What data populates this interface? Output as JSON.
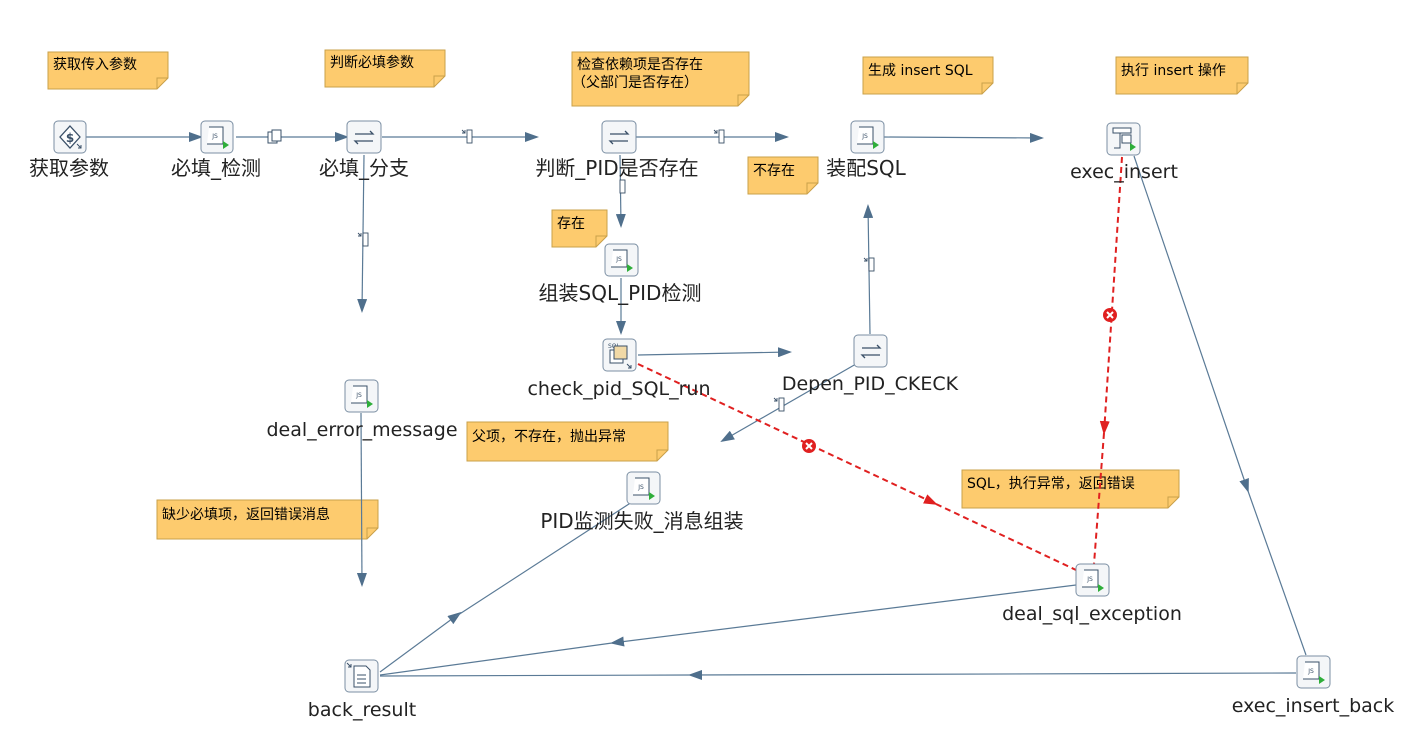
{
  "steps": {
    "get_params": {
      "label": "获取参数",
      "icon": "dollar-input-icon"
    },
    "required_check": {
      "label": "必填_检测",
      "icon": "javascript-script-icon"
    },
    "required_branch": {
      "label": "必填_分支",
      "icon": "switch-case-icon"
    },
    "pid_exists": {
      "label": "判断_PID是否存在",
      "icon": "switch-case-icon"
    },
    "assemble_sql": {
      "label": "装配SQL",
      "icon": "javascript-script-icon"
    },
    "exec_insert": {
      "label": "exec_insert",
      "icon": "sql-table-output-icon"
    },
    "assemble_pid_sql": {
      "label": "组装SQL_PID检测",
      "icon": "javascript-script-icon"
    },
    "check_pid_sql": {
      "label": "check_pid_SQL_run",
      "icon": "sql-script-icon"
    },
    "depen_pid_check": {
      "label": "Depen_PID_CKECK",
      "icon": "switch-case-icon"
    },
    "deal_error": {
      "label": "deal_error_message",
      "icon": "javascript-script-icon"
    },
    "pid_fail": {
      "label": "PID监测失败_消息组装",
      "icon": "javascript-script-icon"
    },
    "deal_sql_exc": {
      "label": "deal_sql_exception",
      "icon": "javascript-script-icon"
    },
    "back_result": {
      "label": "back_result",
      "icon": "result-output-icon"
    },
    "exec_insert_back": {
      "label": "exec_insert_back",
      "icon": "javascript-script-icon"
    }
  },
  "notes": {
    "n1": {
      "lines": [
        "获取传入参数"
      ]
    },
    "n2": {
      "lines": [
        "判断必填参数"
      ]
    },
    "n3": {
      "lines": [
        "检查依赖项是否存在",
        "（父部门是否存在）"
      ]
    },
    "n4": {
      "lines": [
        "生成 insert SQL"
      ]
    },
    "n5": {
      "lines": [
        "执行 insert 操作"
      ]
    },
    "n6": {
      "lines": [
        "不存在"
      ]
    },
    "n7": {
      "lines": [
        "存在"
      ]
    },
    "n8": {
      "lines": [
        "父项，不存在，抛出异常"
      ]
    },
    "n9": {
      "lines": [
        "缺少必填项，返回错误消息"
      ]
    },
    "n10": {
      "lines": [
        "SQL，执行异常，返回错误"
      ]
    }
  },
  "colors": {
    "note_fill": "#fdcb6e",
    "note_border": "#c9a04a",
    "hop": "#5a7a96",
    "error_hop": "#e02020",
    "icon_border": "#7b8fa3",
    "icon_fill": "#f4f6f8",
    "icon_glyph": "#3a5068"
  }
}
